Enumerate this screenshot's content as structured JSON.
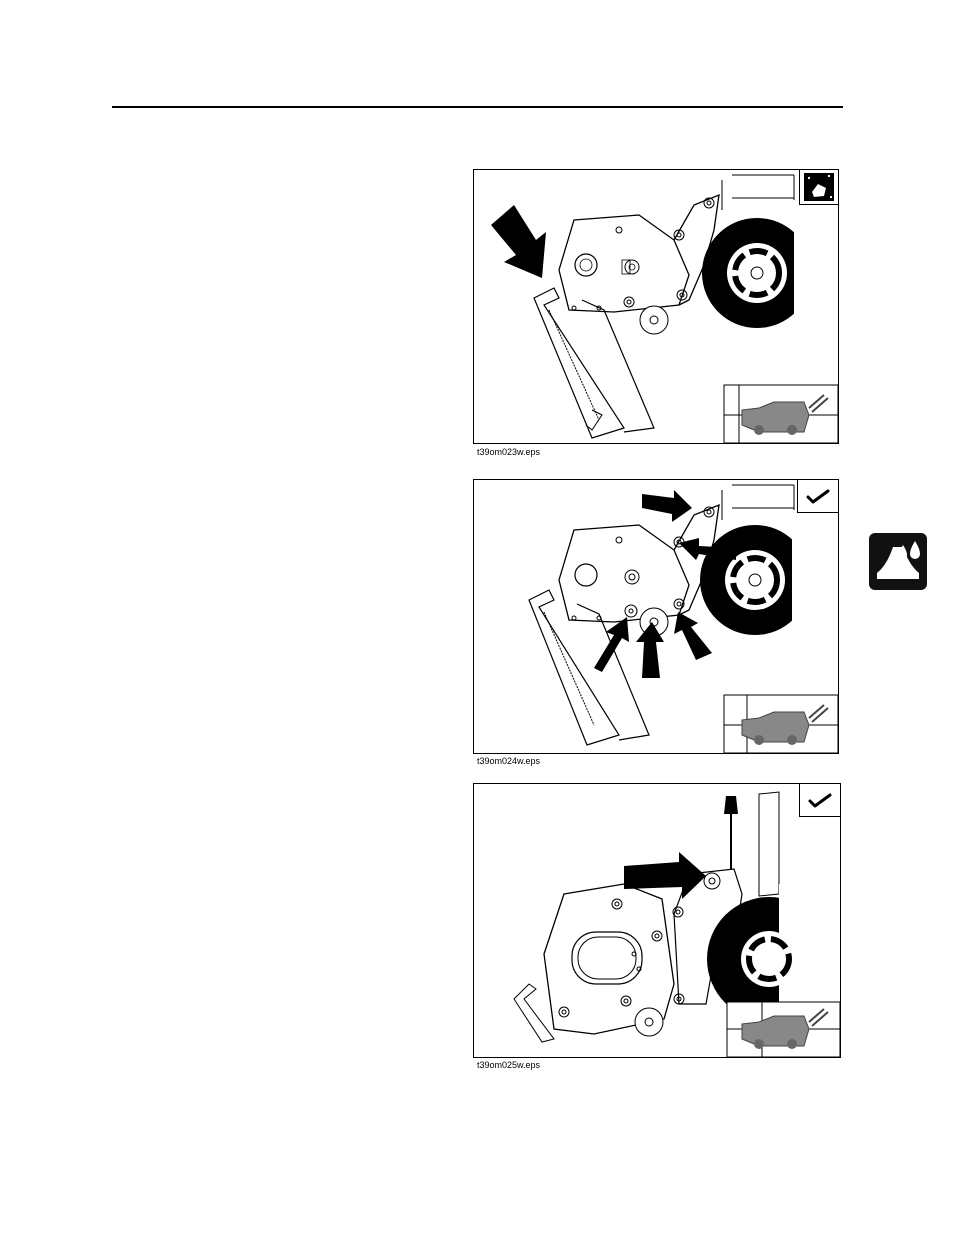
{
  "figures": [
    {
      "caption": "t39om023w.eps",
      "badge_icon": "cleaning-service-icon"
    },
    {
      "caption": "t39om024w.eps",
      "badge_icon": "check-mark-icon"
    },
    {
      "caption": "t39om025w.eps",
      "badge_icon": "check-mark-icon"
    }
  ],
  "side_tab": {
    "icon": "lubrication-oil-can-icon"
  }
}
